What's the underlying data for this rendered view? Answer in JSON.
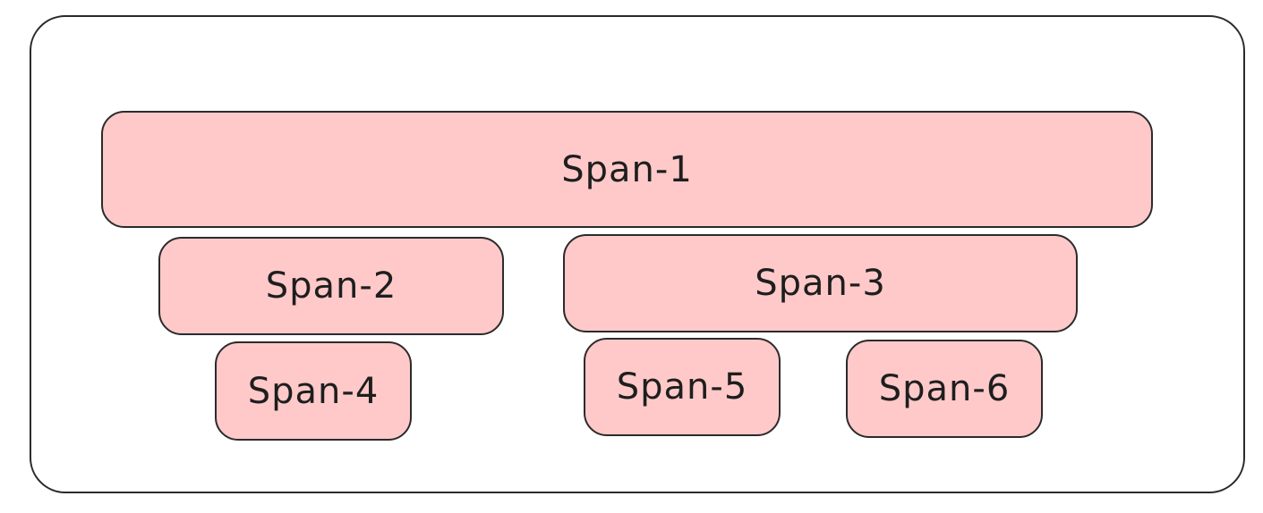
{
  "diagram": {
    "fill_color": "#ffc9c9",
    "stroke_color": "#2b2b2b",
    "spans": [
      {
        "id": "span-1",
        "label": "Span-1"
      },
      {
        "id": "span-2",
        "label": "Span-2"
      },
      {
        "id": "span-3",
        "label": "Span-3"
      },
      {
        "id": "span-4",
        "label": "Span-4"
      },
      {
        "id": "span-5",
        "label": "Span-5"
      },
      {
        "id": "span-6",
        "label": "Span-6"
      }
    ]
  }
}
